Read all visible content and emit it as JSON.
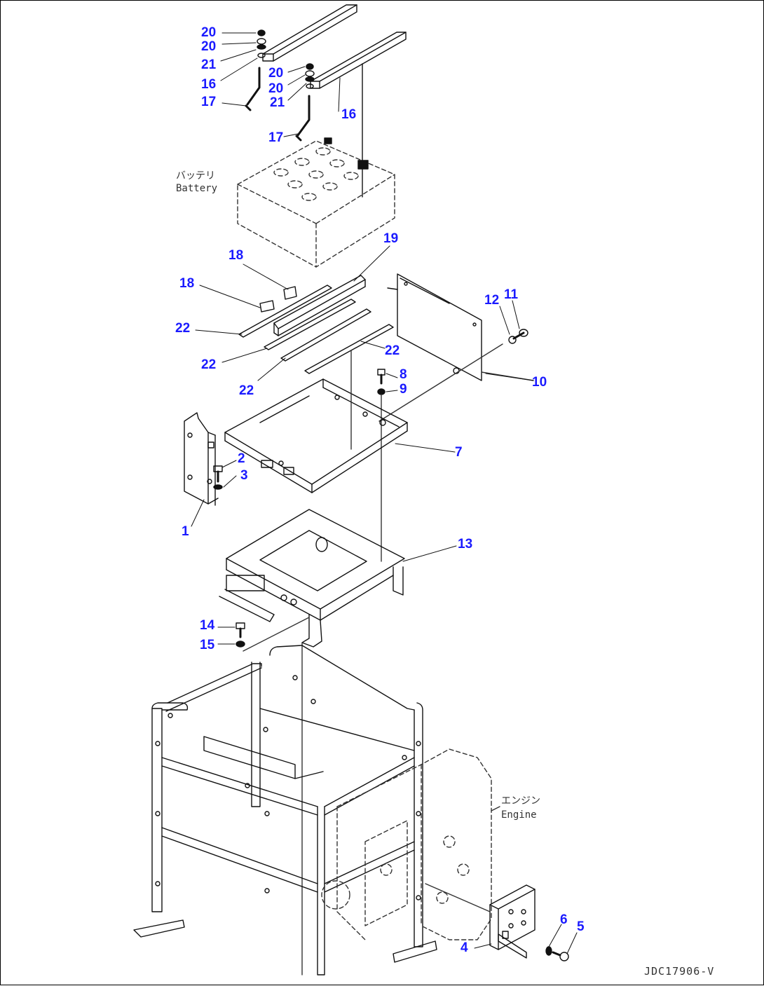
{
  "callouts": [
    {
      "id": "c1",
      "text": "20"
    },
    {
      "id": "c2",
      "text": "20"
    },
    {
      "id": "c3",
      "text": "21"
    },
    {
      "id": "c4",
      "text": "16"
    },
    {
      "id": "c5",
      "text": "17"
    },
    {
      "id": "c6",
      "text": "20"
    },
    {
      "id": "c7",
      "text": "20"
    },
    {
      "id": "c8",
      "text": "21"
    },
    {
      "id": "c9",
      "text": "16"
    },
    {
      "id": "c10",
      "text": "17"
    },
    {
      "id": "c11",
      "text": "19"
    },
    {
      "id": "c12",
      "text": "18"
    },
    {
      "id": "c13",
      "text": "18"
    },
    {
      "id": "c14",
      "text": "22"
    },
    {
      "id": "c15",
      "text": "22"
    },
    {
      "id": "c16",
      "text": "22"
    },
    {
      "id": "c17",
      "text": "22"
    },
    {
      "id": "c18",
      "text": "12"
    },
    {
      "id": "c19",
      "text": "11"
    },
    {
      "id": "c20",
      "text": "8"
    },
    {
      "id": "c21",
      "text": "9"
    },
    {
      "id": "c22",
      "text": "10"
    },
    {
      "id": "c23",
      "text": "7"
    },
    {
      "id": "c24",
      "text": "2"
    },
    {
      "id": "c25",
      "text": "3"
    },
    {
      "id": "c26",
      "text": "1"
    },
    {
      "id": "c27",
      "text": "13"
    },
    {
      "id": "c28",
      "text": "14"
    },
    {
      "id": "c29",
      "text": "15"
    },
    {
      "id": "c30",
      "text": "6"
    },
    {
      "id": "c31",
      "text": "5"
    },
    {
      "id": "c32",
      "text": "4"
    }
  ],
  "labels": {
    "battery_jp": "バッテリ",
    "battery_en": "Battery",
    "engine_jp": "エンジン",
    "engine_en": "Engine"
  },
  "drawing_code": "JDC17906-V",
  "colors": {
    "callout": "#1a1aff",
    "line": "#111111"
  }
}
